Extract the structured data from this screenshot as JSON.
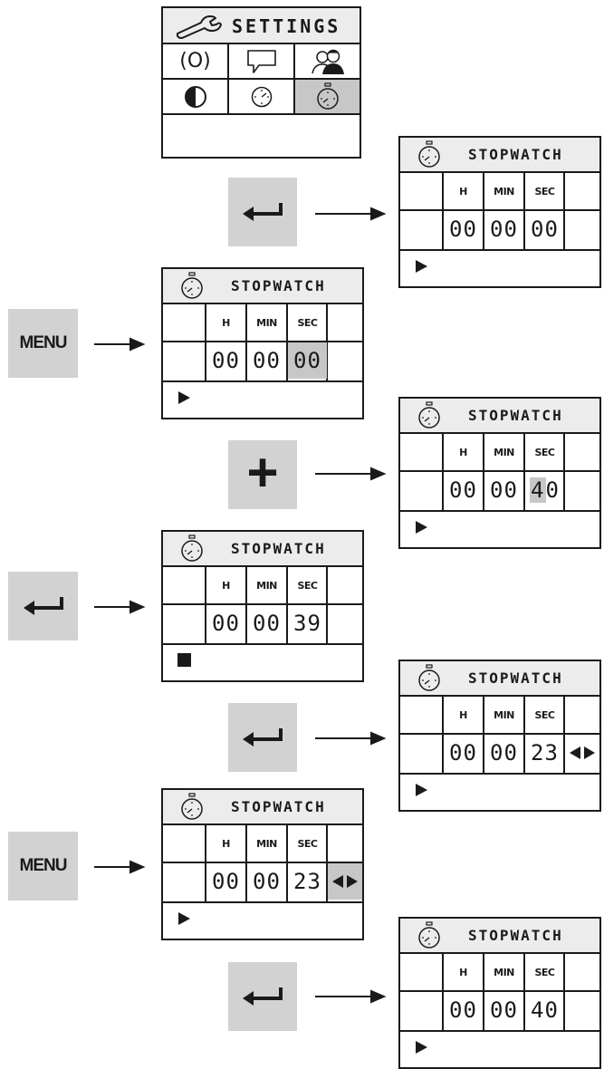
{
  "settings": {
    "title": "SETTINGS",
    "items": [
      {
        "icon": "radio-waves-icon",
        "label": "(O)"
      },
      {
        "icon": "speech-bubble-icon"
      },
      {
        "icon": "users-icon"
      },
      {
        "icon": "contrast-icon"
      },
      {
        "icon": "clock-icon"
      },
      {
        "icon": "stopwatch-icon",
        "selected": true
      }
    ]
  },
  "stopwatch": {
    "title": "STOPWATCH",
    "col_h": "H",
    "col_min": "MIN",
    "col_sec": "SEC"
  },
  "keys": {
    "menu": "MENU",
    "plus": "+",
    "enter_icon": "enter-arrow-icon"
  },
  "screens": [
    {
      "h": "00",
      "min": "00",
      "sec": "00",
      "footer": "play"
    },
    {
      "h": "00",
      "min": "00",
      "sec": "00",
      "footer": "play",
      "highlight": "sec"
    },
    {
      "h": "00",
      "min": "00",
      "sec": "40",
      "footer": "play",
      "highlight": "sec-tens"
    },
    {
      "h": "00",
      "min": "00",
      "sec": "39",
      "footer": "stop"
    },
    {
      "h": "00",
      "min": "00",
      "sec": "23",
      "footer": "play",
      "arrows": true
    },
    {
      "h": "00",
      "min": "00",
      "sec": "23",
      "footer": "play",
      "arrows": true,
      "highlight": "arrows"
    },
    {
      "h": "00",
      "min": "00",
      "sec": "40",
      "footer": "play"
    }
  ],
  "colors": {
    "screen_header": "#ececec",
    "highlight": "#c7c7c7",
    "key": "#d2d2d2",
    "ink": "#1a1a1a"
  }
}
